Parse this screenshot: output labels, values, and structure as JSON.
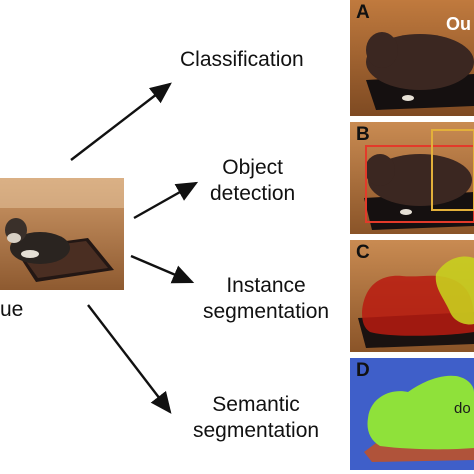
{
  "source": {
    "label": "ue"
  },
  "tasks": [
    {
      "id": "classification",
      "label_lines": [
        "Classification"
      ],
      "panel_letter": "A"
    },
    {
      "id": "object-detection",
      "label_lines": [
        "Object",
        "detection"
      ],
      "panel_letter": "B"
    },
    {
      "id": "instance-segmentation",
      "label_lines": [
        "Instance",
        "segmentation"
      ],
      "panel_letter": "C"
    },
    {
      "id": "semantic-segmentation",
      "label_lines": [
        "Semantic",
        "segmentation"
      ],
      "panel_letter": "D"
    }
  ],
  "panel_a_overlay": "Ou",
  "panel_d_overlay": "do",
  "colors": {
    "arrow": "#111111",
    "floor": "#a0673a",
    "dog": "#3b2a22",
    "box_red": "#e33a2a",
    "box_yellow": "#e3b03a",
    "instance_red": "#b81b10",
    "instance_yellow": "#c8d21e",
    "semantic_bg": "#3f5fc9",
    "semantic_dog": "#8fe13a",
    "semantic_floor": "#b0533a"
  }
}
